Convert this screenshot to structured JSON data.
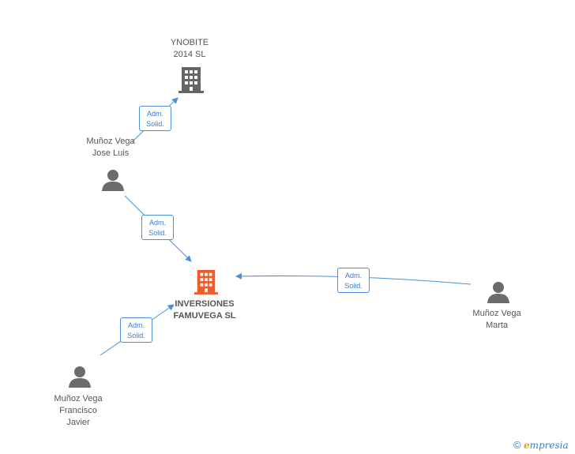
{
  "nodes": {
    "ynobite": {
      "lines": [
        "YNOBITE",
        "2014  SL"
      ],
      "type": "company",
      "color": "#666666",
      "icon": "building-icon"
    },
    "inversiones": {
      "lines": [
        "INVERSIONES",
        "FAMUVEGA SL"
      ],
      "type": "company",
      "color": "#f25a2a",
      "icon": "building-icon"
    },
    "jose_luis": {
      "lines": [
        "Muñoz Vega",
        "Jose Luis"
      ],
      "type": "person",
      "color": "#6b6b6b",
      "icon": "person-icon"
    },
    "marta": {
      "lines": [
        "Muñoz Vega",
        "Marta"
      ],
      "type": "person",
      "color": "#6b6b6b",
      "icon": "person-icon"
    },
    "francisco": {
      "lines": [
        "Muñoz Vega",
        "Francisco",
        "Javier"
      ],
      "type": "person",
      "color": "#6b6b6b",
      "icon": "person-icon"
    }
  },
  "edges": [
    {
      "from": "Muñoz Vega Jose Luis",
      "to": "YNOBITE 2014 SL",
      "label": [
        "Adm.",
        "Solid."
      ]
    },
    {
      "from": "Muñoz Vega Jose Luis",
      "to": "INVERSIONES FAMUVEGA SL",
      "label": [
        "Adm.",
        "Solid."
      ]
    },
    {
      "from": "Muñoz Vega Marta",
      "to": "INVERSIONES FAMUVEGA SL",
      "label": [
        "Adm.",
        "Solid."
      ]
    },
    {
      "from": "Muñoz Vega Francisco Javier",
      "to": "INVERSIONES FAMUVEGA SL",
      "label": [
        "Adm.",
        "Solid."
      ]
    }
  ],
  "colors": {
    "edge": "#4a90d9",
    "edge_label_text": "#3a7cc7"
  },
  "footer": {
    "copyright_symbol": "©",
    "brand_initial": "e",
    "brand_rest": "mpresia"
  }
}
